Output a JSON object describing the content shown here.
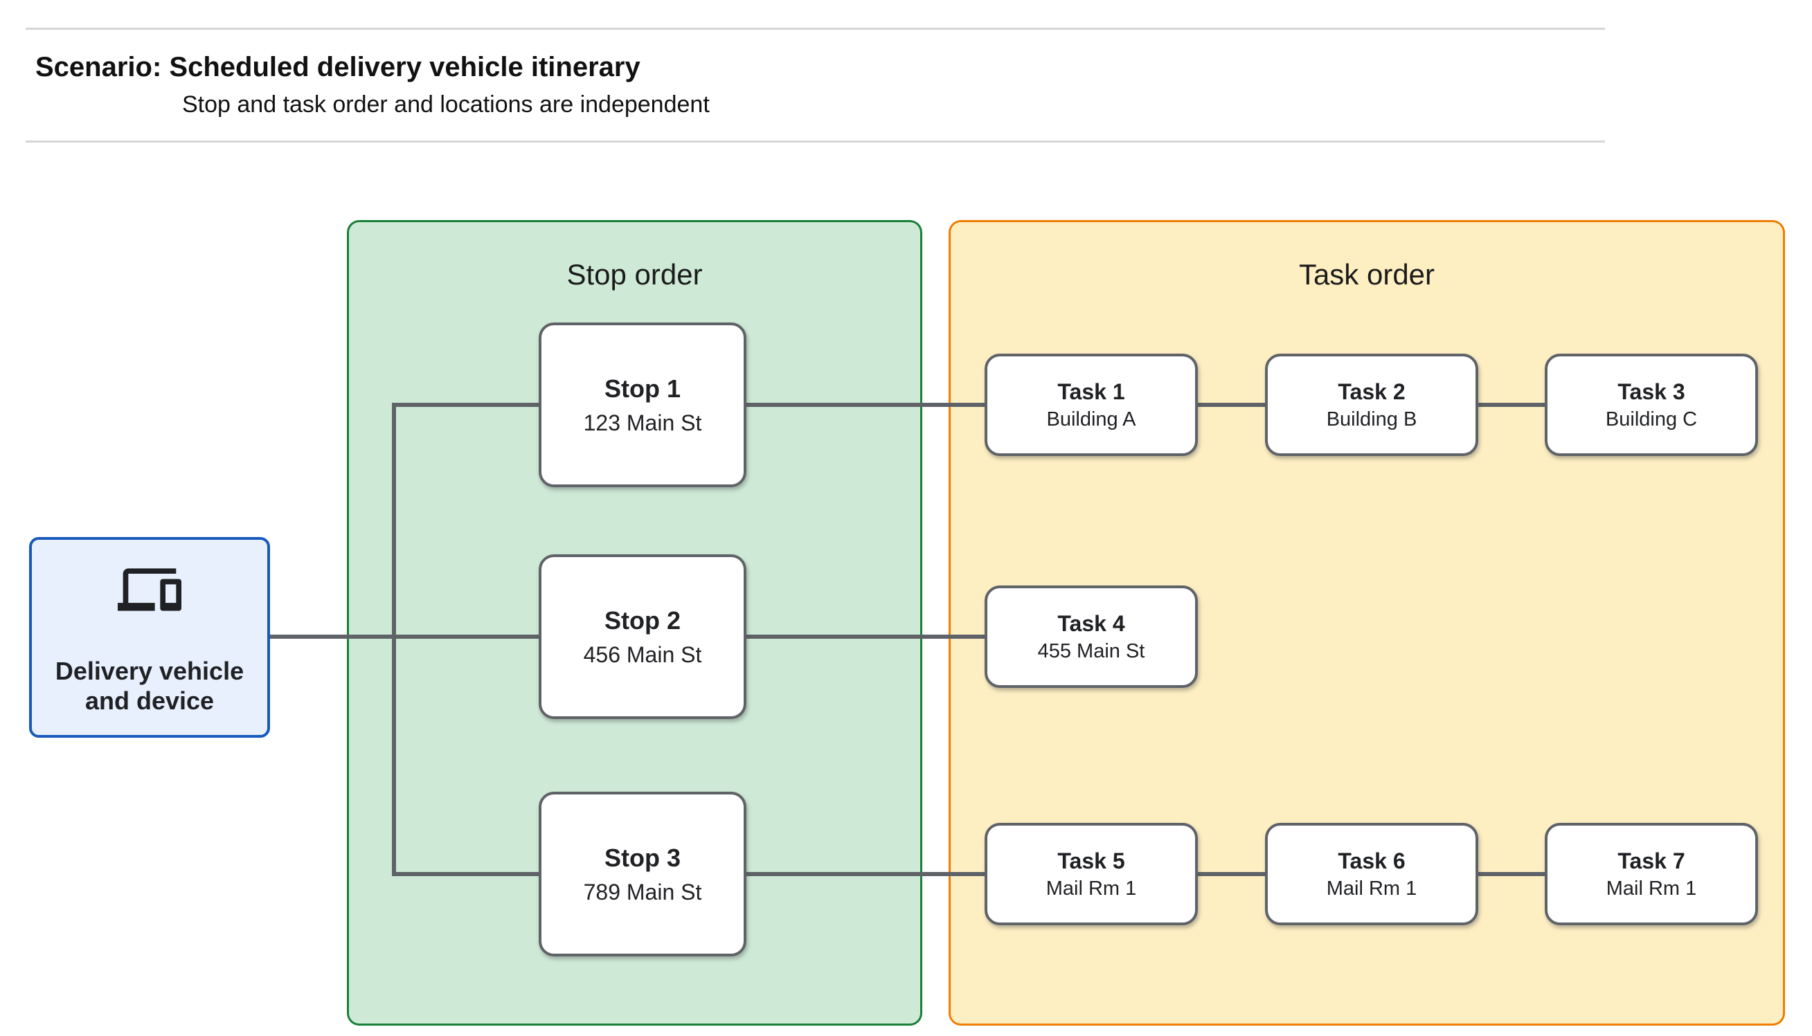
{
  "header": {
    "title": "Scenario: Scheduled delivery vehicle itinerary",
    "subtitle": "Stop and task order and locations are independent"
  },
  "vehicle": {
    "icon": "devices-icon",
    "label_line1": "Delivery vehicle",
    "label_line2": "and device"
  },
  "stop_panel": {
    "title": "Stop order"
  },
  "task_panel": {
    "title": "Task order"
  },
  "stops": [
    {
      "name": "Stop 1",
      "location": "123 Main St"
    },
    {
      "name": "Stop 2",
      "location": "456 Main St"
    },
    {
      "name": "Stop 3",
      "location": "789 Main St"
    }
  ],
  "tasks": [
    {
      "name": "Task 1",
      "location": "Building A"
    },
    {
      "name": "Task 2",
      "location": "Building B"
    },
    {
      "name": "Task 3",
      "location": "Building C"
    },
    {
      "name": "Task 4",
      "location": "455 Main St"
    },
    {
      "name": "Task 5",
      "location": "Mail Rm 1"
    },
    {
      "name": "Task 6",
      "location": "Mail Rm 1"
    },
    {
      "name": "Task 7",
      "location": "Mail Rm 1"
    }
  ],
  "colors": {
    "stop_fill": "#ceead6",
    "stop_border": "#188038",
    "task_fill": "#feefc3",
    "task_border": "#ef7d00",
    "vehicle_fill": "#e8f0fe",
    "vehicle_border": "#185abc",
    "connector": "#5f6368",
    "node_border": "#5f6368",
    "text": "#202124",
    "rule": "#d5d5d5",
    "bg": "#ffffff"
  }
}
